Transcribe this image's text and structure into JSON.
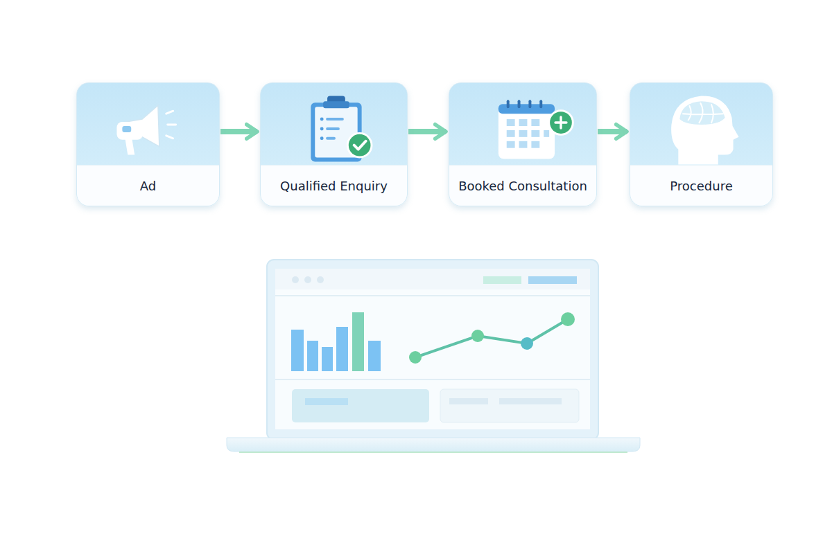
{
  "diagram": {
    "nodes": [
      {
        "text": [
          "Ad"
        ]
      },
      {
        "text": [
          "Qualified Enquiry"
        ]
      },
      {
        "text": [
          "Booked Consultation"
        ]
      },
      {
        "text": [
          "Procedure"
        ]
      }
    ],
    "edges": [
      {
        "from": 0,
        "to": 1,
        "arrow": "to"
      },
      {
        "from": 1,
        "to": 2,
        "arrow": "to"
      },
      {
        "from": 2,
        "to": 3,
        "arrow": "to"
      }
    ]
  }
}
